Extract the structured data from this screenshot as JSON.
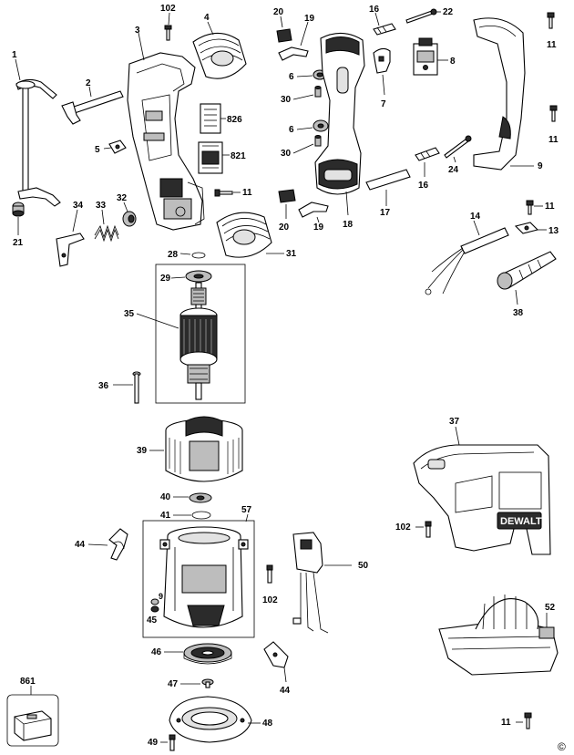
{
  "labels": {
    "p1": "1",
    "p2": "2",
    "p3": "3",
    "p4": "4",
    "p5": "5",
    "p6a": "6",
    "p6b": "6",
    "p7": "7",
    "p8": "8",
    "p9": "9",
    "p11a": "11",
    "p11b": "11",
    "p11c": "11",
    "p11d": "11",
    "p11e": "11",
    "p13": "13",
    "p14": "14",
    "p16a": "16",
    "p16b": "16",
    "p17": "17",
    "p18": "18",
    "p19a": "19",
    "p19b": "19",
    "p20a": "20",
    "p20b": "20",
    "p21": "21",
    "p22": "22",
    "p24": "24",
    "p28": "28",
    "p29": "29",
    "p30a": "30",
    "p30b": "30",
    "p31": "31",
    "p32": "32",
    "p33": "33",
    "p34": "34",
    "p35": "35",
    "p36": "36",
    "p37": "37",
    "p38": "38",
    "p39": "39",
    "p40": "40",
    "p41": "41",
    "p44a": "44",
    "p44b": "44",
    "p45": "45",
    "p46": "46",
    "p47": "47",
    "p48": "48",
    "p49": "49",
    "p50": "50",
    "p52": "52",
    "p57": "57",
    "p9s": "9",
    "p102a": "102",
    "p102b": "102",
    "p102c": "102",
    "p821": "821",
    "p826": "826",
    "p861": "861"
  },
  "brand_text": "DEWALT",
  "copyright": "©"
}
